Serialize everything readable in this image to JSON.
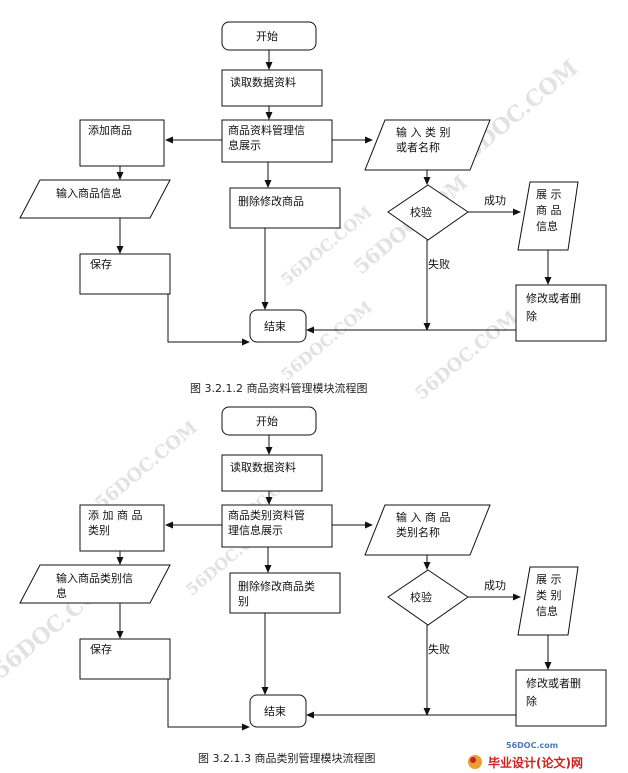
{
  "watermark": "56DOC.COM",
  "brand": {
    "site": "56DOC.com",
    "name": "毕业设计(论文)网",
    "colors": {
      "accent": "#cc2222",
      "site": "#4a7ab8"
    }
  },
  "flowcharts": [
    {
      "caption": "图 3.2.1.2    商品资料管理模块流程图",
      "nodes": {
        "start": [
          "开始"
        ],
        "read": [
          "读取数据资料"
        ],
        "show": [
          "商品资料管理信",
          "息展示"
        ],
        "add": [
          "添加商品"
        ],
        "input_info": [
          "输入商品信息"
        ],
        "save": [
          "保存"
        ],
        "delete": [
          "删除修改商品"
        ],
        "input_query": [
          "输 入 类 别",
          "或者名称"
        ],
        "check": [
          "校验"
        ],
        "display": [
          "展  示",
          "商  品",
          "信息"
        ],
        "modify": [
          "修改或者删",
          "除"
        ],
        "end": [
          "结束"
        ]
      },
      "labels": {
        "success": "成功",
        "fail": "失败"
      }
    },
    {
      "caption": "图 3.2.1.3    商品类别管理模块流程图",
      "nodes": {
        "start": [
          "开始"
        ],
        "read": [
          "读取数据资料"
        ],
        "show": [
          "商品类别资料管",
          "理信息展示"
        ],
        "add": [
          "添 加 商 品",
          "类别"
        ],
        "input_info": [
          "输入商品类别信",
          "息"
        ],
        "save": [
          "保存"
        ],
        "delete": [
          "删除修改商品类",
          "别"
        ],
        "input_query": [
          "输 入 商 品",
          "类别名称"
        ],
        "check": [
          "校验"
        ],
        "display": [
          "展  示",
          "类 别",
          "信息"
        ],
        "modify": [
          "修改或者删",
          "除"
        ],
        "end": [
          "结束"
        ]
      },
      "labels": {
        "success": "成功",
        "fail": "失败"
      }
    }
  ]
}
